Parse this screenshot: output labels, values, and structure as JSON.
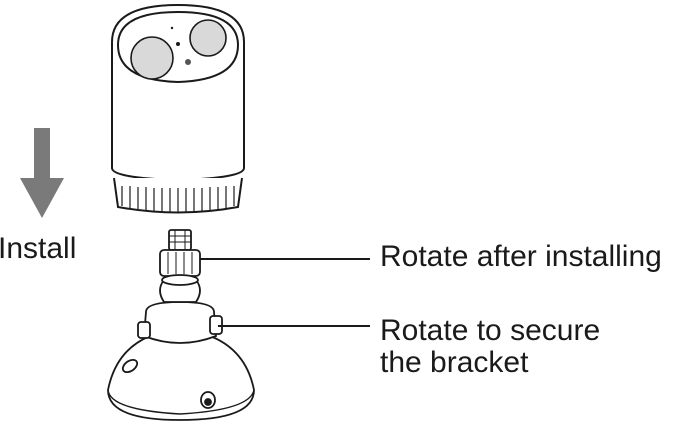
{
  "labels": {
    "install": "Install",
    "rotate_after": "Rotate after installing",
    "rotate_secure_line1": "Rotate to secure",
    "rotate_secure_line2": "the bracket"
  },
  "colors": {
    "arrow": "#7a7a7a",
    "outline": "#1a1a1a",
    "lens_fill": "#d9d9d9",
    "text": "#1a1a1a"
  }
}
